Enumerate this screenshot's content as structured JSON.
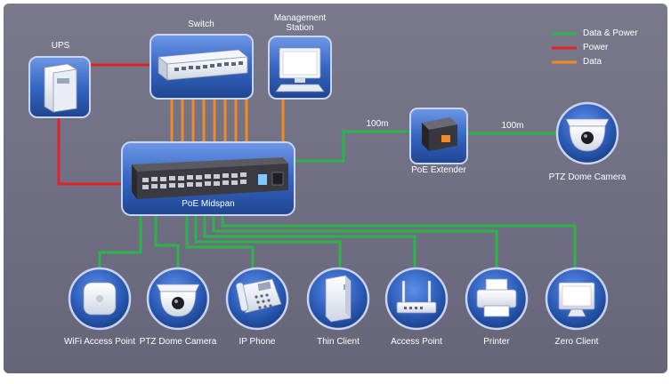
{
  "legend": {
    "items": [
      {
        "label": "Data & Power",
        "color": "#2db34a"
      },
      {
        "label": "Power",
        "color": "#e02424"
      },
      {
        "label": "Data",
        "color": "#f08a24"
      }
    ]
  },
  "nodes": {
    "ups": {
      "label": "UPS"
    },
    "switch": {
      "label": "Switch"
    },
    "management_station": {
      "label": "Management Station"
    },
    "poe_midspan": {
      "label": "PoE Midspan"
    },
    "poe_extender": {
      "label": "PoE Extender"
    },
    "ptz_dome_camera_remote": {
      "label": "PTZ Dome Camera"
    }
  },
  "links": {
    "distance_1": "100m",
    "distance_2": "100m"
  },
  "devices": [
    {
      "label": "WiFi Access Point",
      "icon": "wifi-access-point-icon"
    },
    {
      "label": "PTZ Dome Camera",
      "icon": "dome-camera-icon"
    },
    {
      "label": "IP Phone",
      "icon": "ip-phone-icon"
    },
    {
      "label": "Thin Client",
      "icon": "thin-client-icon"
    },
    {
      "label": "Access Point",
      "icon": "access-point-icon"
    },
    {
      "label": "Printer",
      "icon": "printer-icon"
    },
    {
      "label": "Zero Client",
      "icon": "zero-client-icon"
    }
  ],
  "colors": {
    "background": "#6f6e82",
    "node_fill": "#2f5fb5",
    "node_border": "#c9d4f0"
  }
}
